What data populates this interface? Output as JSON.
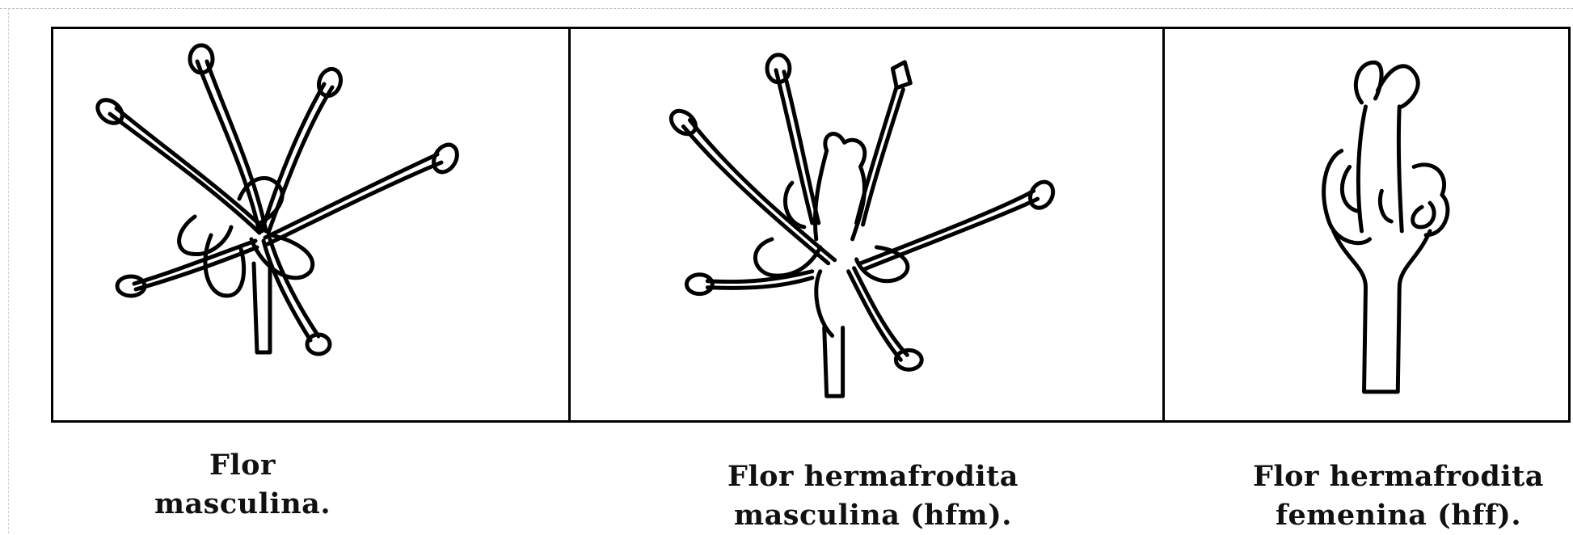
{
  "figures": [
    {
      "caption_lines": [
        "Flor masculina."
      ],
      "flower_type": "masculine",
      "icon": "staminate-flower-drawing"
    },
    {
      "caption_lines": [
        "Flor hermafrodita",
        "masculina (hfm)."
      ],
      "flower_type": "hermaphrodite-masculine",
      "icon": "hermaphrodite-masculine-flower-drawing"
    },
    {
      "caption_lines": [
        "Flor hermafrodita",
        "femenina (hff)."
      ],
      "flower_type": "hermaphrodite-feminine",
      "icon": "hermaphrodite-feminine-flower-drawing"
    }
  ],
  "colors": {
    "ink": "#000000",
    "paper": "#ffffff"
  }
}
